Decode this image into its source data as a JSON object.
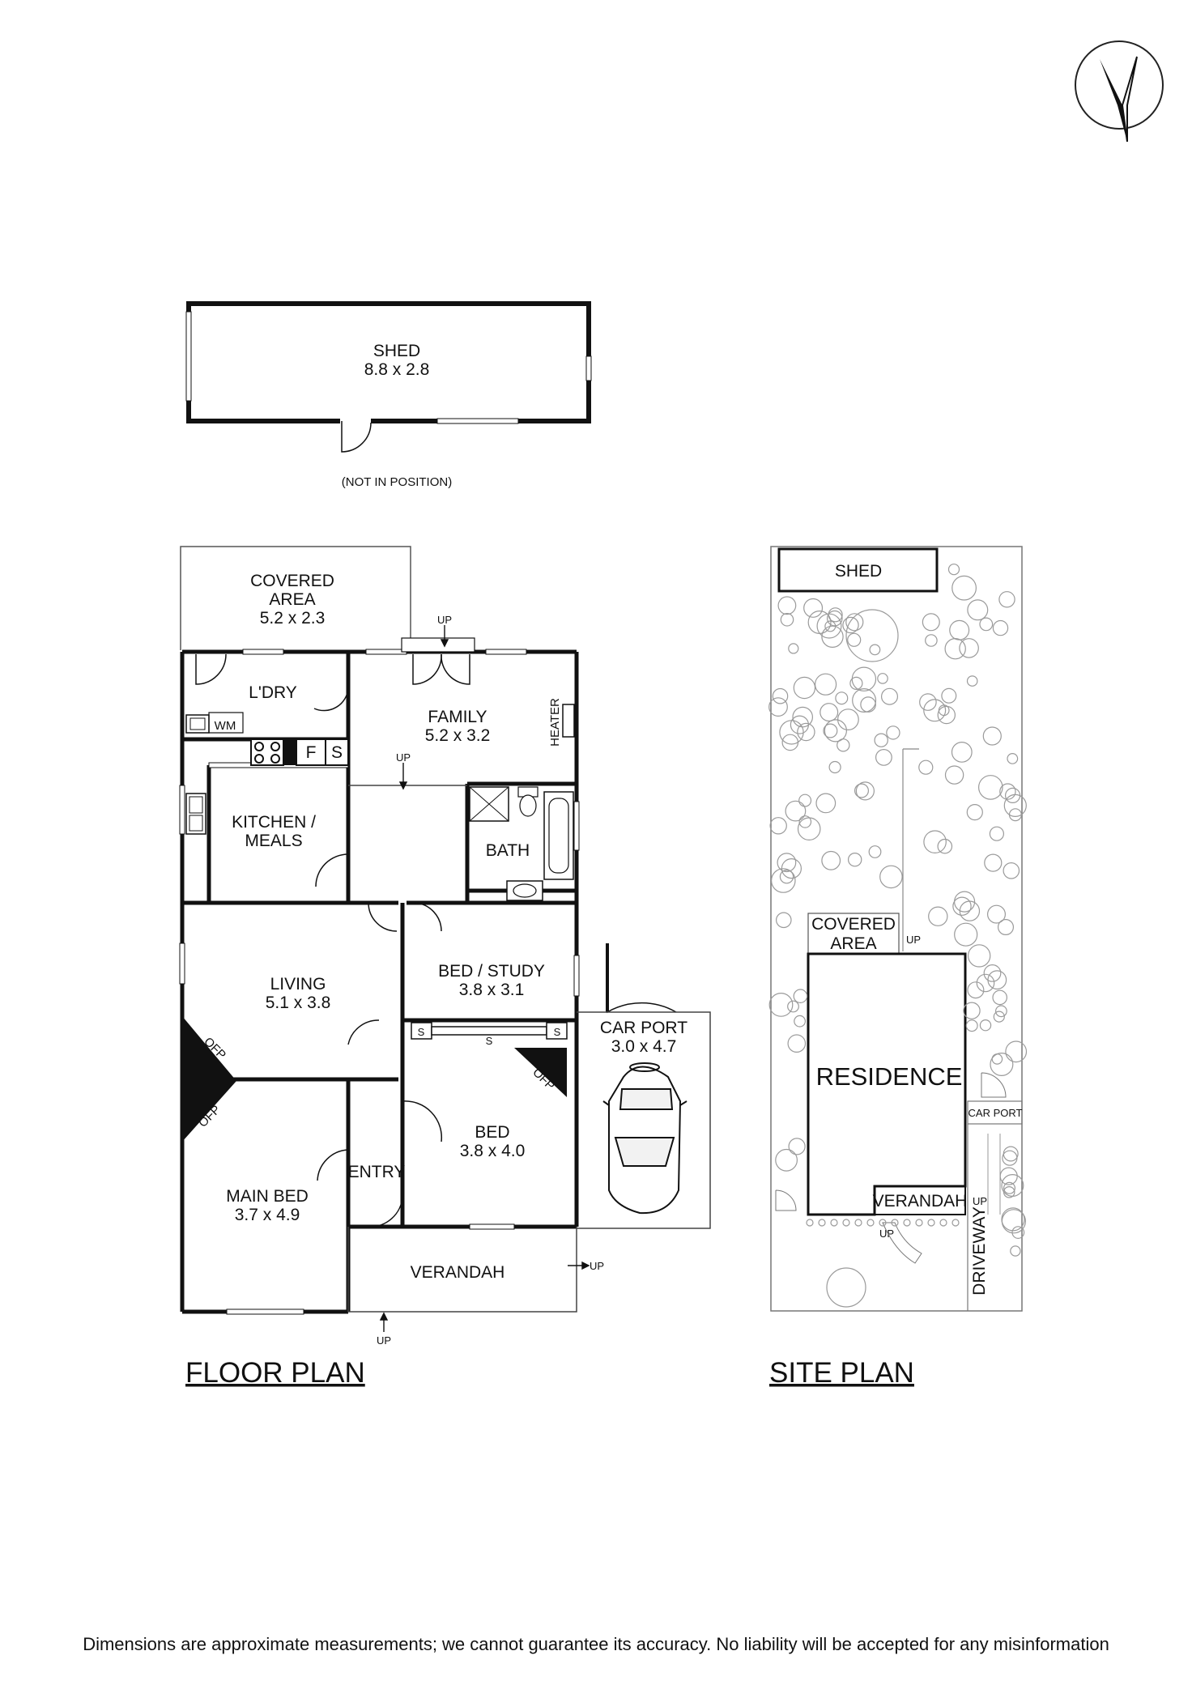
{
  "compass": {
    "icon": "north-arrow-icon"
  },
  "shed": {
    "name": "SHED",
    "size": "8.8 x 2.8",
    "note": "(NOT IN POSITION)"
  },
  "floor_plan": {
    "title": "FLOOR PLAN",
    "rooms": {
      "covered_area": {
        "name_line1": "COVERED",
        "name_line2": "AREA",
        "size": "5.2 x 2.3"
      },
      "laundry": {
        "name": "L'DRY",
        "wm": "WM"
      },
      "family": {
        "name": "FAMILY",
        "size": "5.2 x 3.2",
        "heater": "HEATER"
      },
      "kitchen": {
        "name_line1": "KITCHEN /",
        "name_line2": "MEALS",
        "fridge": "F",
        "storage": "S"
      },
      "bath": {
        "name": "BATH"
      },
      "living": {
        "name": "LIVING",
        "size": "5.1 x 3.8"
      },
      "bed_study": {
        "name": "BED / STUDY",
        "size": "3.8 x 3.1"
      },
      "car_port": {
        "name": "CAR PORT",
        "size": "3.0 x 4.7"
      },
      "bed": {
        "name": "BED",
        "size": "3.8 x 4.0"
      },
      "main_bed": {
        "name": "MAIN BED",
        "size": "3.7 x 4.9"
      },
      "entry": {
        "name": "ENTRY"
      },
      "verandah": {
        "name": "VERANDAH"
      }
    },
    "ofp": "OFP",
    "up": "UP",
    "s": "S"
  },
  "site_plan": {
    "title": "SITE PLAN",
    "shed": "SHED",
    "covered_line1": "COVERED",
    "covered_line2": "AREA",
    "up": "UP",
    "residence": "RESIDENCE",
    "car_port": "CAR PORT",
    "verandah": "VERANDAH",
    "driveway": "DRIVEWAY"
  },
  "disclaimer": "Dimensions are approximate measurements; we cannot guarantee its accuracy. No liability will be accepted for any misinformation"
}
